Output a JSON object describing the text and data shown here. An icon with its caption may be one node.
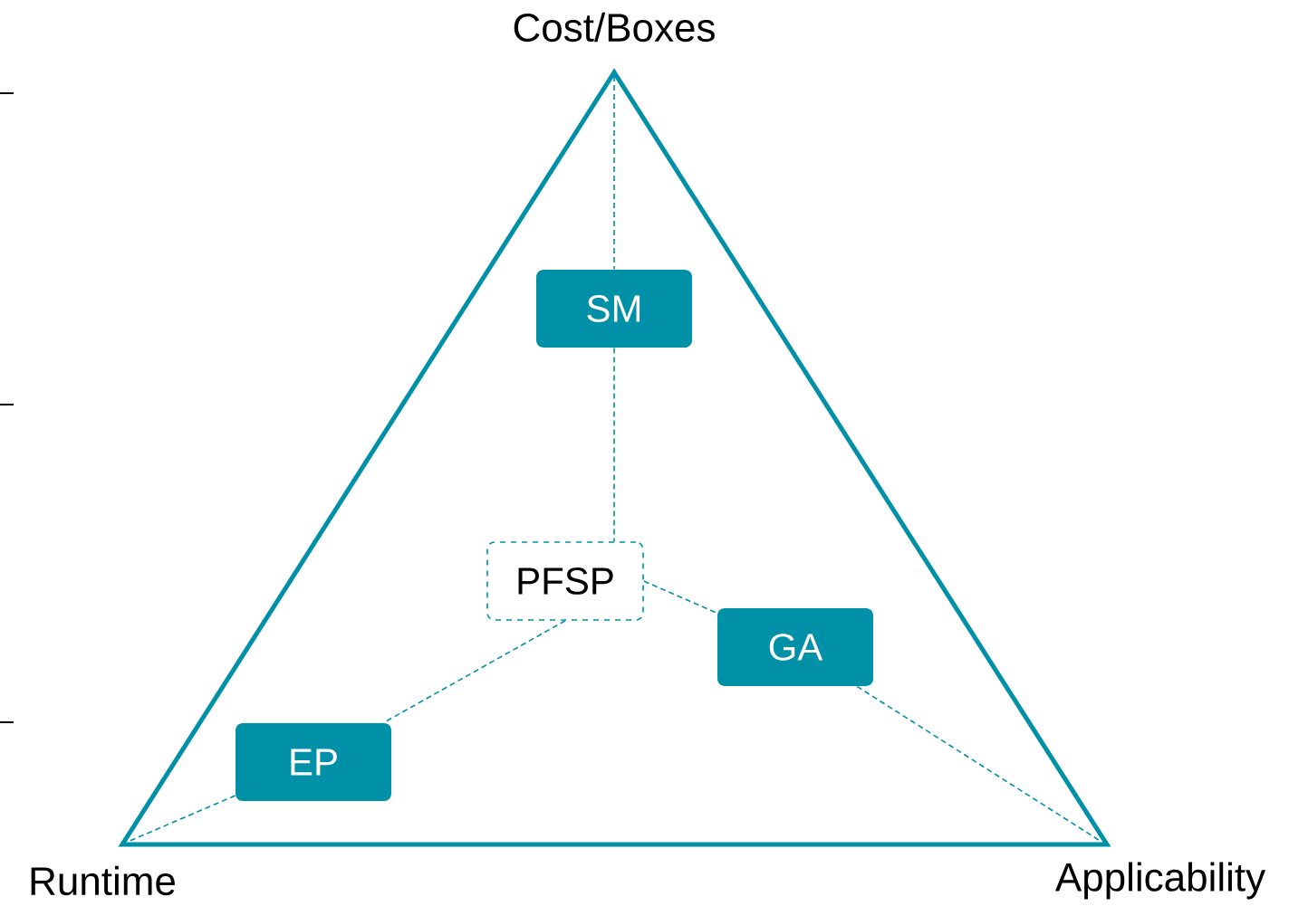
{
  "diagram": {
    "nodes": [
      {
        "text": [],
        "shape": "triangle"
      },
      {
        "text": [
          "SM"
        ],
        "in": 0
      },
      {
        "text": [
          "PFSP"
        ],
        "in": 0
      },
      {
        "text": [
          "GA"
        ],
        "in": 0
      },
      {
        "text": [
          "EP"
        ],
        "in": 0
      }
    ],
    "edges": [
      {
        "from": null,
        "to": 1,
        "arrow": "none",
        "style": "dashed"
      },
      {
        "from": 1,
        "to": 2,
        "arrow": "none",
        "style": "dashed"
      },
      {
        "from": 2,
        "to": 3,
        "arrow": "none",
        "style": "dashed"
      },
      {
        "from": 2,
        "to": 4,
        "arrow": "none",
        "style": "dashed"
      },
      {
        "from": 3,
        "to": null,
        "arrow": "none",
        "style": "dashed"
      },
      {
        "from": 4,
        "to": null,
        "arrow": "none",
        "style": "dashed"
      }
    ],
    "labels": [
      "Cost/Boxes",
      "Runtime",
      "Applicability"
    ]
  }
}
